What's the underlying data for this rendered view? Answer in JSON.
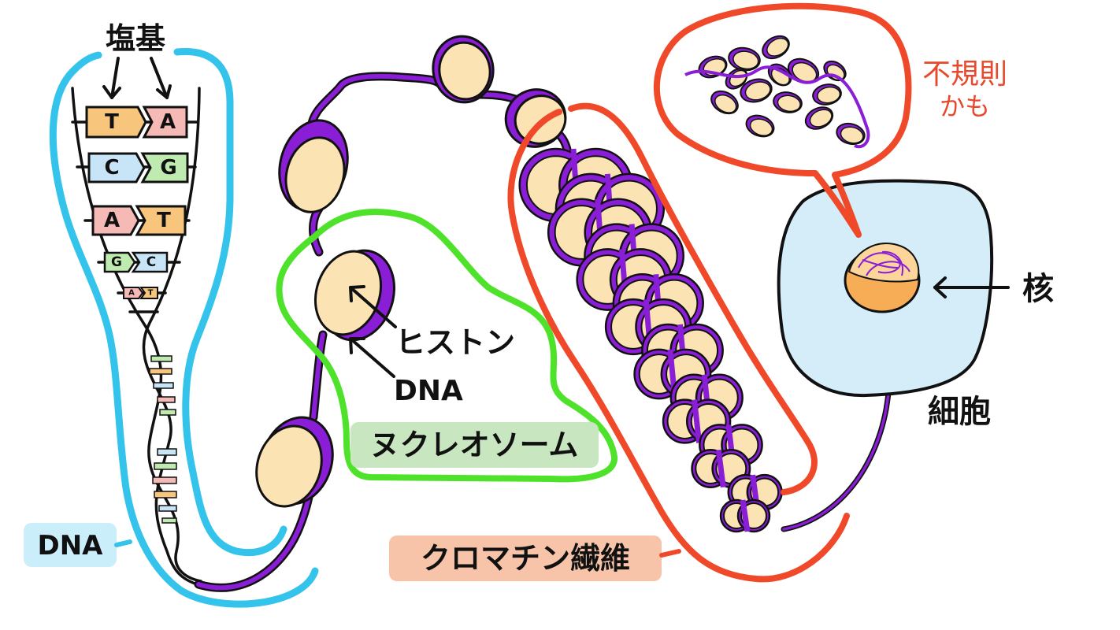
{
  "labels": {
    "bases": "塩基",
    "dna_left": "DNA",
    "histone": "ヒストン",
    "dna_mid": "DNA",
    "nucleosome": "ヌクレオソーム",
    "chromatin": "クロマチン繊維",
    "irregular_line1": "不規則",
    "irregular_line2": "かも",
    "nucleus": "核",
    "cell": "細胞"
  },
  "base_pairs": [
    {
      "left": "T",
      "right": "A"
    },
    {
      "left": "C",
      "right": "G"
    },
    {
      "left": "A",
      "right": "T"
    },
    {
      "left": "G",
      "right": "C"
    },
    {
      "left": "A",
      "right": "T"
    }
  ],
  "colors": {
    "dna_purple": "#8a1ed6",
    "histone_fill": "#fbe3b4",
    "dna_outline": "#34c3ea",
    "nucleosome_outline": "#4ee32a",
    "chromatin_outline": "#f0492a",
    "irregular_text": "#e8492d",
    "cell_fill": "#d5ecf9",
    "nucleus_fill": "#f6ad55",
    "base_T": "#f8c57c",
    "base_A": "#f5b9b6",
    "base_C": "#c8e4f7",
    "base_G": "#bfeab0",
    "dna_label_bg": "#cbeefb",
    "nucleosome_label_bg": "#c8e6c0",
    "chromatin_label_bg": "#f7c4a9"
  }
}
